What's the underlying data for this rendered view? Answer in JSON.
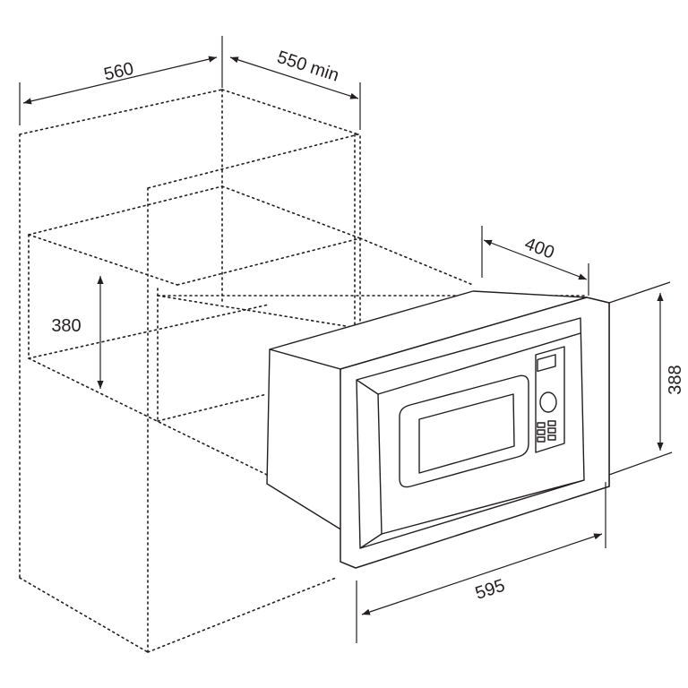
{
  "dimensions": {
    "width_cabinet": "560",
    "depth_cabinet": "550 min",
    "height_cabinet": "380",
    "depth_appliance": "400",
    "height_appliance": "388",
    "width_frame": "595"
  },
  "colors": {
    "line": "#231f20",
    "background": "#ffffff"
  }
}
